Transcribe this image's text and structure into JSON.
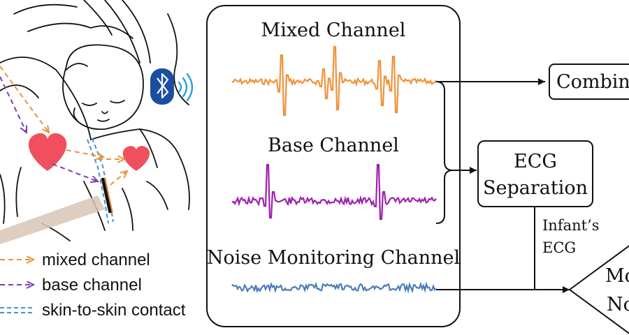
{
  "illustration": {
    "legend": [
      {
        "label": "mixed channel",
        "color": "#e8913a",
        "style": "dashed-arrow"
      },
      {
        "label": "base channel",
        "color": "#7b3fb0",
        "style": "dashed-arrow"
      },
      {
        "label": "skin-to-skin contact",
        "color": "#4a8fd0",
        "style": "double-dashed"
      }
    ],
    "icons": [
      "mother-holding-infant-drawing",
      "bluetooth-icon",
      "heart-icon"
    ]
  },
  "channels": {
    "mixed": {
      "label": "Mixed Channel",
      "color": "#f0923a"
    },
    "base": {
      "label": "Base Channel",
      "color": "#a020b0"
    },
    "noise": {
      "label": "Noise Monitoring Channel",
      "color": "#4a7db8"
    }
  },
  "blocks": {
    "combine": {
      "label": "Combin"
    },
    "ecg_separation": {
      "line1": "ECG",
      "line2": "Separation"
    },
    "infant_ecg": {
      "line1": "Infant’s",
      "line2": "ECG"
    },
    "triangle": {
      "line1": "Mo",
      "line2": "No"
    }
  },
  "colors": {
    "bluetooth_blue": "#1a4fa0",
    "heart_red": "#f0505e",
    "line": "#111111"
  }
}
